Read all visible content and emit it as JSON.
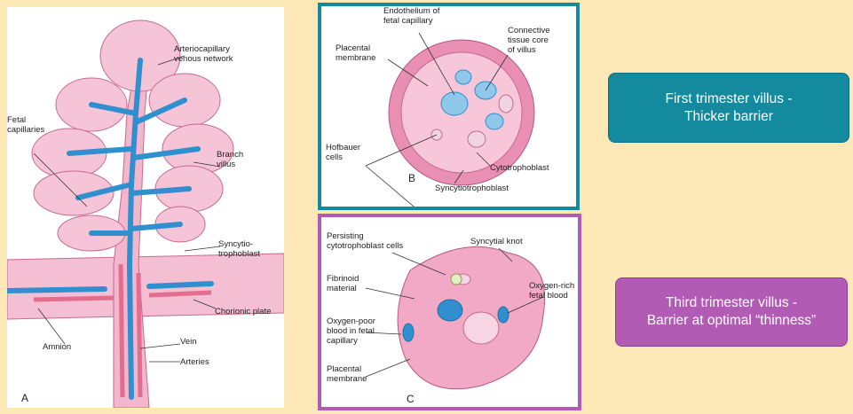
{
  "panel_a": {
    "letter": "A",
    "labels": {
      "arteriocapillary": "Arteriocapillary\nvenous network",
      "fetal_capillaries": "Fetal\ncapillaries",
      "branch_villus": "Branch\nvillus",
      "syncytiotrophoblast": "Syncytio-\ntrophoblast",
      "chorionic_plate": "Chorionic plate",
      "amnion": "Amnion",
      "vein": "Vein",
      "arteries": "Arteries"
    }
  },
  "panel_b": {
    "letter": "B",
    "labels": {
      "endothelium": "Endothelium of\nfetal capillary",
      "connective": "Connective\ntissue core\nof villus",
      "placental_membrane": "Placental\nmembrane",
      "hofbauer": "Hofbauer\ncells",
      "cytotrophoblast": "Cytotrophoblast",
      "syncytiotrophoblast": "Syncytiotrophoblast"
    }
  },
  "panel_c": {
    "letter": "C",
    "labels": {
      "persisting": "Persisting\ncytotrophoblast cells",
      "syncytial_knot": "Syncytial knot",
      "fibrinoid": "Fibrinoid\nmaterial",
      "oxygen_rich": "Oxygen-rich\nfetal blood",
      "oxygen_poor": "Oxygen-poor\nblood in fetal\ncapillary",
      "placental_membrane": "Placental\nmembrane"
    }
  },
  "callouts": {
    "first": "First trimester villus -\nThicker barrier",
    "third": "Third trimester villus -\nBarrier at optimal “thinness”"
  },
  "colors": {
    "teal": "#138a9e",
    "purple": "#b15bb4",
    "background": "#fde9b8",
    "tissue_pink": "#f2b6cd",
    "vessel_blue": "#2f8fcf"
  }
}
